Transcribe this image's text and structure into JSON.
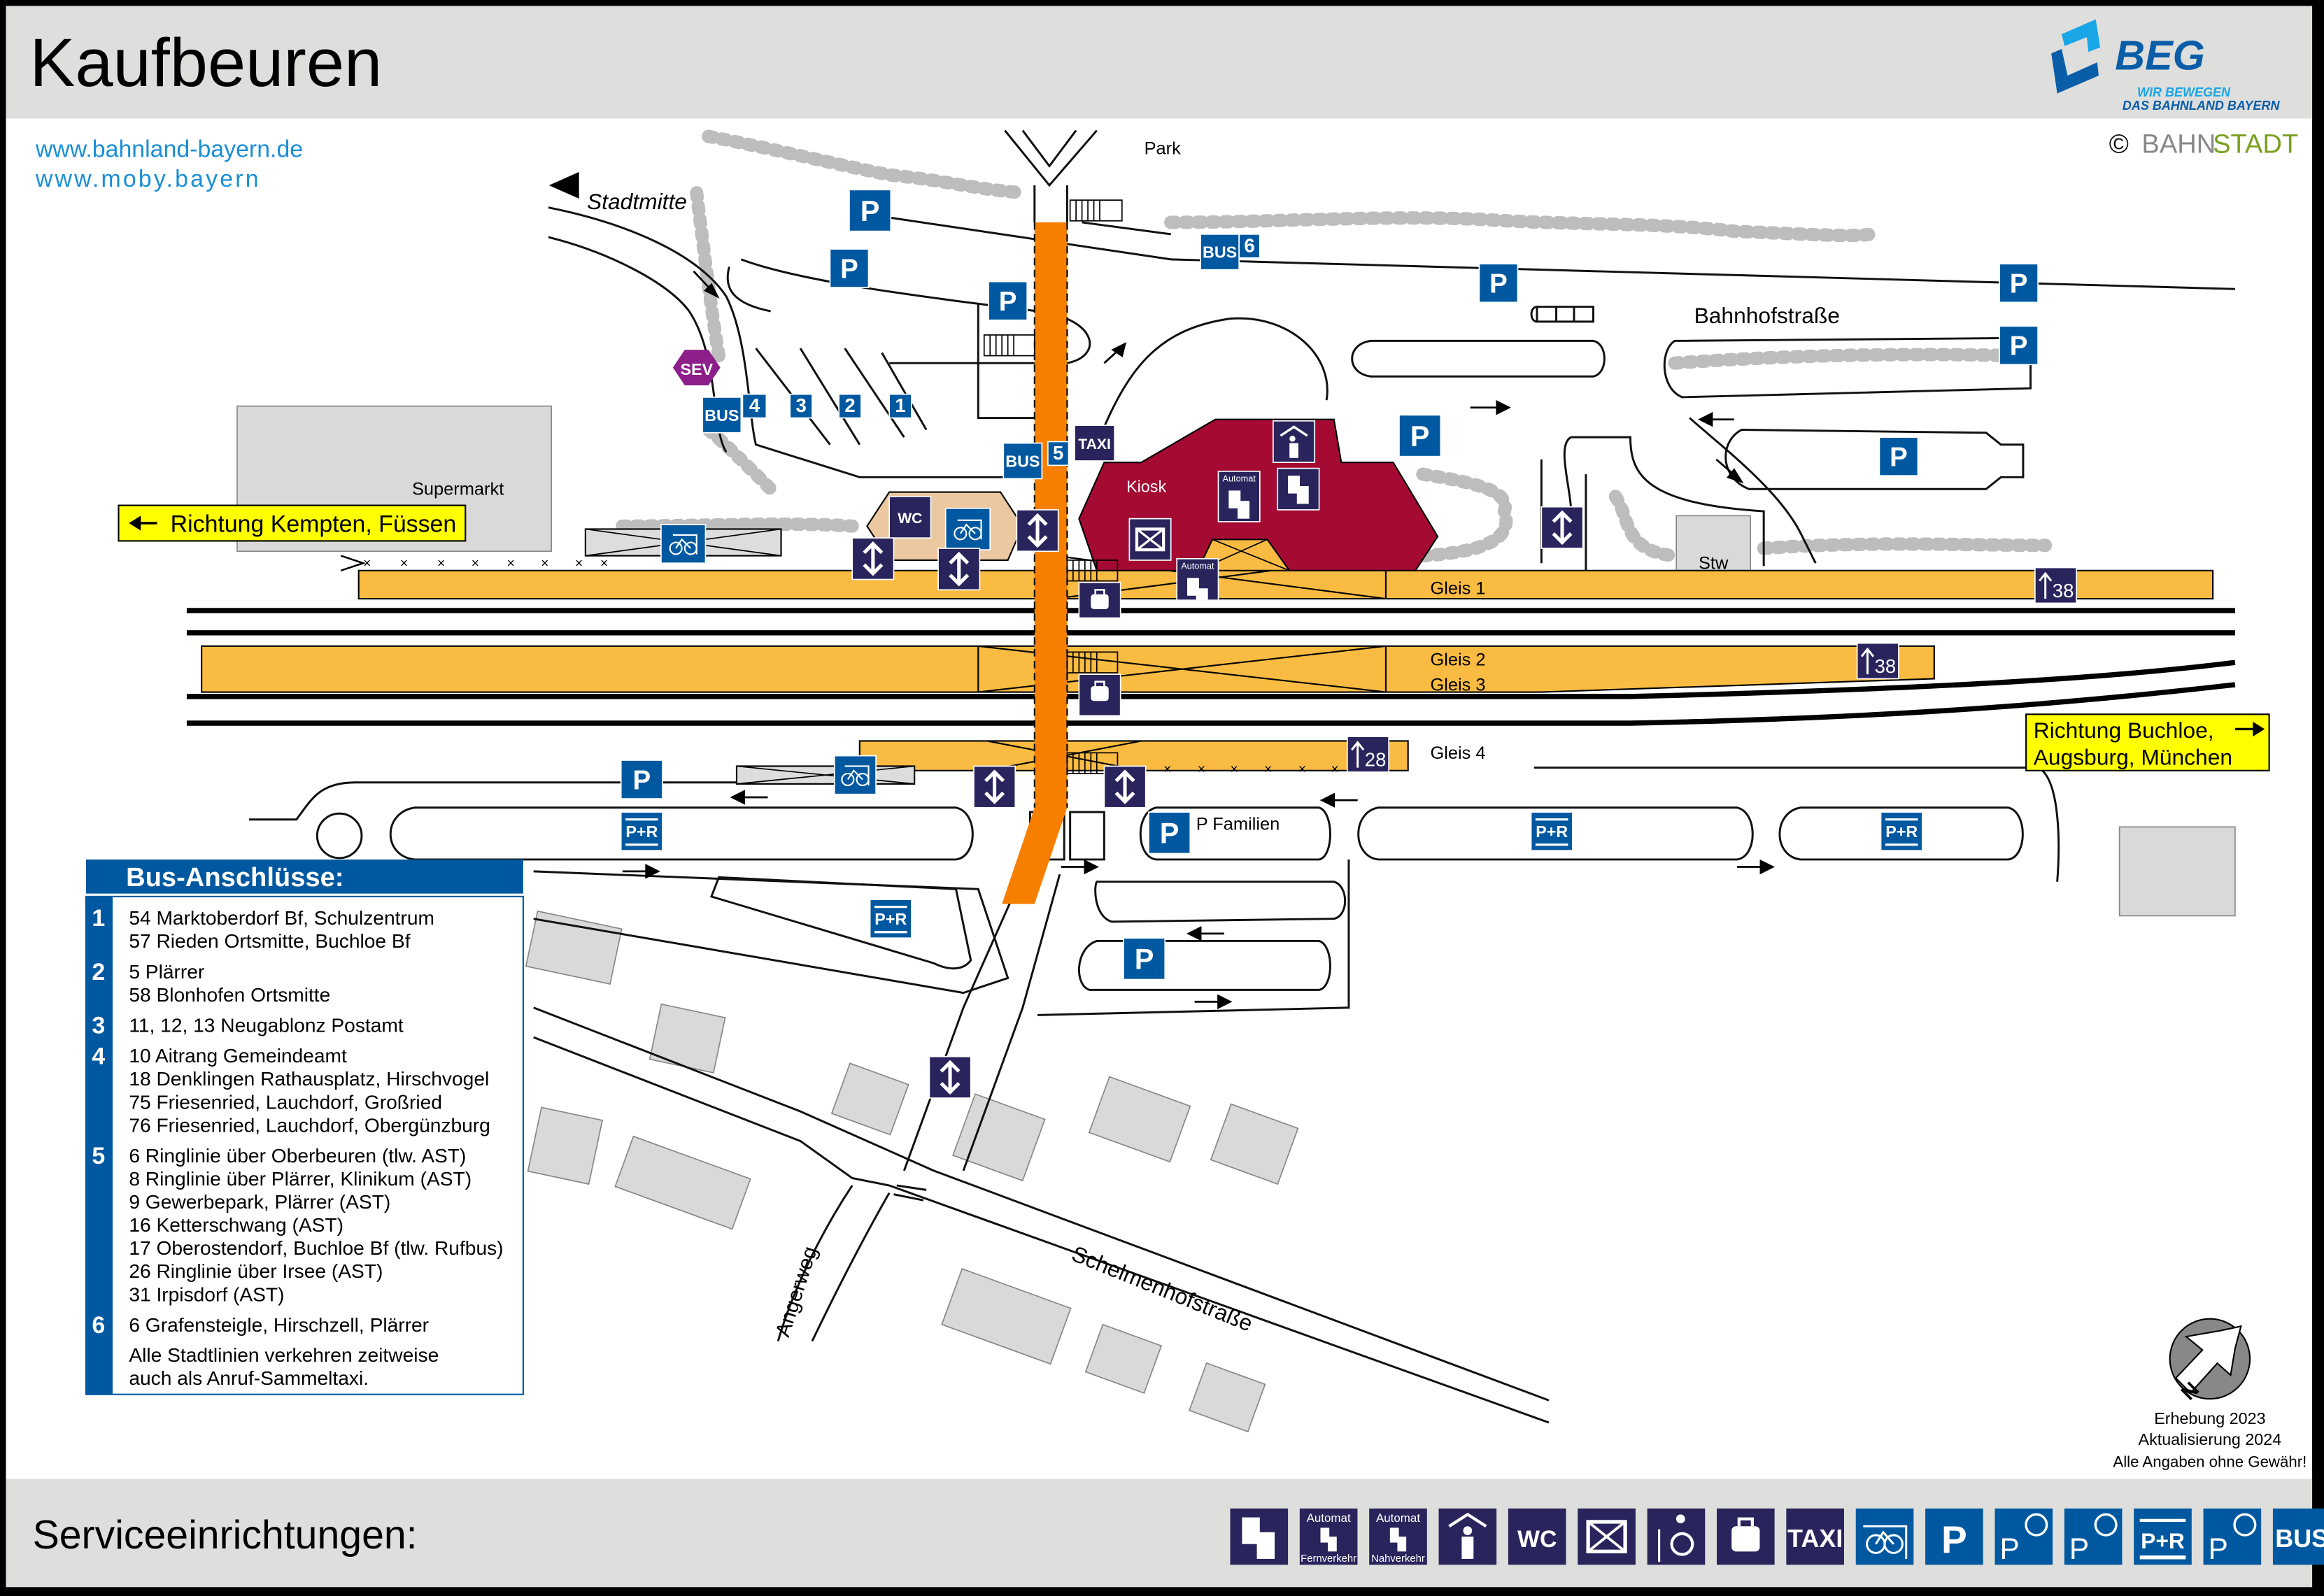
{
  "header": {
    "title": "Kaufbeuren",
    "links": [
      "www.bahnland-bayern.de",
      "www.moby.bayern"
    ],
    "logo": {
      "name": "BEG",
      "tagline1": "WIR BEWEGEN",
      "tagline2": "DAS BAHNLAND BAYERN"
    },
    "copyright": {
      "symbol": "©",
      "part1": "BAHN",
      "part2": "STADT"
    }
  },
  "colors": {
    "navy": "#29245c",
    "blue": "#0059a0",
    "platform": "#f9bb42",
    "tunnel": "#f77f00",
    "building": "#a50a33",
    "sev": "#8c1f8a",
    "direction_bg": "#ffff00",
    "link": "#1a8fd6"
  },
  "map": {
    "labels": {
      "park": "Park",
      "stadtmitte": "Stadtmitte",
      "bahnhofstrasse": "Bahnhofstraße",
      "supermarkt": "Supermarkt",
      "kiosk": "Kiosk",
      "stw": "Stw",
      "gleis1": "Gleis 1",
      "gleis2": "Gleis 2",
      "gleis3": "Gleis 3",
      "gleis4": "Gleis 4",
      "p_familien": "P Familien",
      "angerweg": "Angerweg",
      "schelmenhofstrasse": "Schelmenhofstraße"
    },
    "directions": {
      "kempten": "Richtung Kempten, Füssen",
      "buchloe_line1": "Richtung Buchloe,",
      "buchloe_line2": "Augsburg, München"
    },
    "sign_text": {
      "P": "P",
      "BUS": "BUS",
      "TAXI": "TAXI",
      "WC": "WC",
      "SEV": "SEV",
      "PR": "P+R",
      "automat": "Automat",
      "b1": "1",
      "b2": "2",
      "b3": "3",
      "b4": "4",
      "b5": "5",
      "b6": "6",
      "p38": "38",
      "p28": "28"
    }
  },
  "bus_connections": {
    "title": "Bus-Anschlüsse:",
    "stops": [
      {
        "number": "1",
        "lines": [
          "54 Marktoberdorf Bf, Schulzentrum",
          "57 Rieden Ortsmitte, Buchloe Bf"
        ]
      },
      {
        "number": "2",
        "lines": [
          "5 Plärrer",
          "58 Blonhofen Ortsmitte"
        ]
      },
      {
        "number": "3",
        "lines": [
          "11, 12, 13 Neugablonz Postamt"
        ]
      },
      {
        "number": "4",
        "lines": [
          "10 Aitrang Gemeindeamt",
          "18 Denklingen Rathausplatz, Hirschvogel",
          "75 Friesenried, Lauchdorf, Großried",
          "76 Friesenried, Lauchdorf, Obergünzburg"
        ]
      },
      {
        "number": "5",
        "lines": [
          "6 Ringlinie über Oberbeuren (tlw. AST)",
          "8 Ringlinie über Plärrer, Klinikum (AST)",
          "9 Gewerbepark, Plärrer (AST)",
          "16 Ketterschwang (AST)",
          "17 Oberostendorf, Buchloe Bf (tlw. Rufbus)",
          "26 Ringlinie über Irsee (AST)",
          "31 Irpisdorf (AST)"
        ]
      },
      {
        "number": "6",
        "lines": [
          "6 Grafensteigle, Hirschzell, Plärrer"
        ]
      }
    ],
    "note": [
      "Alle Stadtlinien verkehren zeitweise",
      "auch als Anruf-Sammeltaxi."
    ]
  },
  "info": {
    "survey": "Erhebung 2023",
    "update": "Aktualisierung 2024",
    "disclaimer": "Alle Angaben ohne Gewähr!",
    "north": "N"
  },
  "footer": {
    "title": "Serviceeinrichtungen:",
    "legend": [
      {
        "icon": "ticket-machine-icon",
        "text": ""
      },
      {
        "icon": "ticket-machine-long-distance-icon",
        "text": "Automat",
        "sub": "Fernverkehr"
      },
      {
        "icon": "ticket-machine-regional-icon",
        "text": "Automat",
        "sub": "Nahverkehr"
      },
      {
        "icon": "waiting-room-icon",
        "text": ""
      },
      {
        "icon": "wc-icon",
        "text": "WC"
      },
      {
        "icon": "mailbox-icon",
        "text": ""
      },
      {
        "icon": "accessible-lift-icon",
        "text": ""
      },
      {
        "icon": "luggage-locker-icon",
        "text": ""
      },
      {
        "icon": "taxi-icon",
        "text": "TAXI"
      },
      {
        "icon": "bike-parking-icon",
        "text": ""
      },
      {
        "icon": "parking-icon",
        "text": "P"
      },
      {
        "icon": "accessible-parking-icon",
        "text": "P"
      },
      {
        "icon": "short-term-parking-icon",
        "text": "P"
      },
      {
        "icon": "park-and-ride-icon",
        "text": "P+R"
      },
      {
        "icon": "ev-charging-parking-icon",
        "text": "P"
      },
      {
        "icon": "bus-icon",
        "text": "BUS"
      }
    ]
  }
}
